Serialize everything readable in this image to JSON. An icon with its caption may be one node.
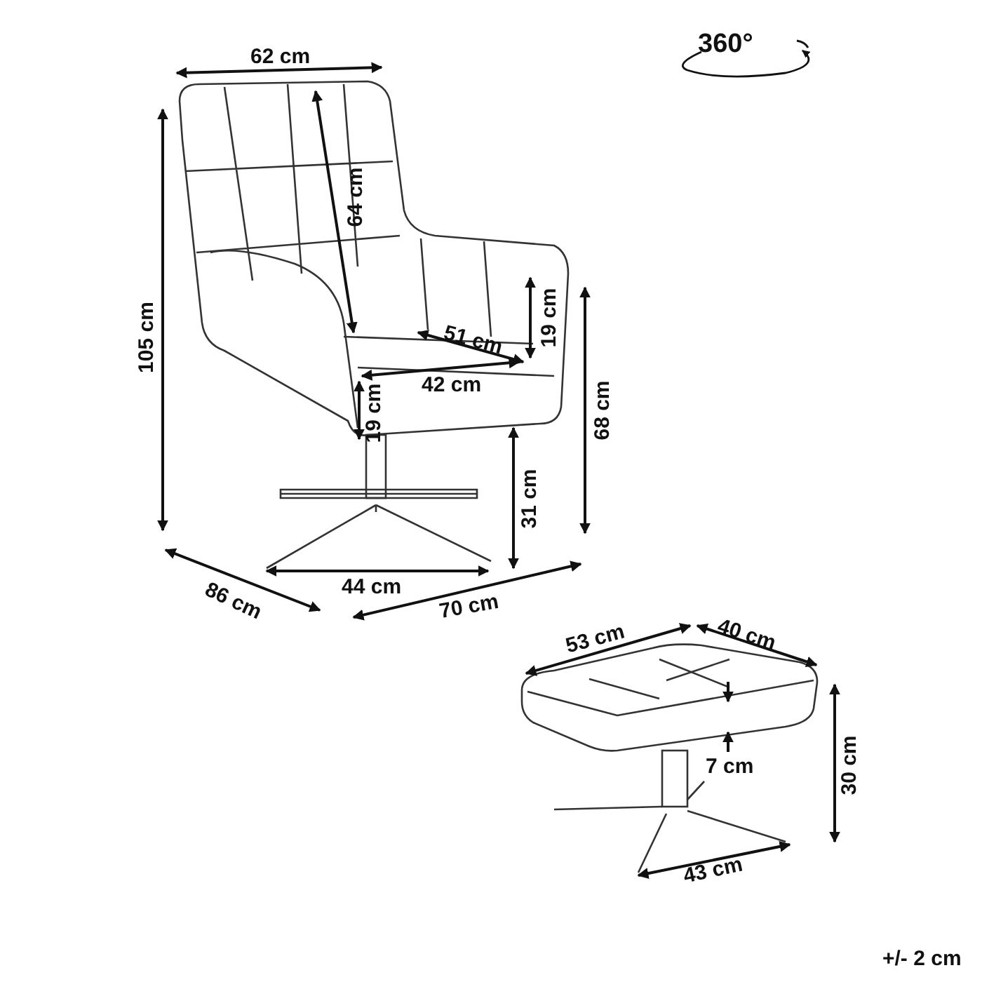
{
  "diagram": {
    "labels": [
      "62 cm",
      "360°",
      "64 cm",
      "105 cm",
      "51 cm",
      "19 cm",
      "42 cm",
      "19 cm",
      "68 cm",
      "31 cm",
      "86 cm",
      "44 cm",
      "70 cm",
      "53 cm",
      "40 cm",
      "7 cm",
      "30 cm",
      "43 cm",
      "+/- 2 cm"
    ]
  }
}
